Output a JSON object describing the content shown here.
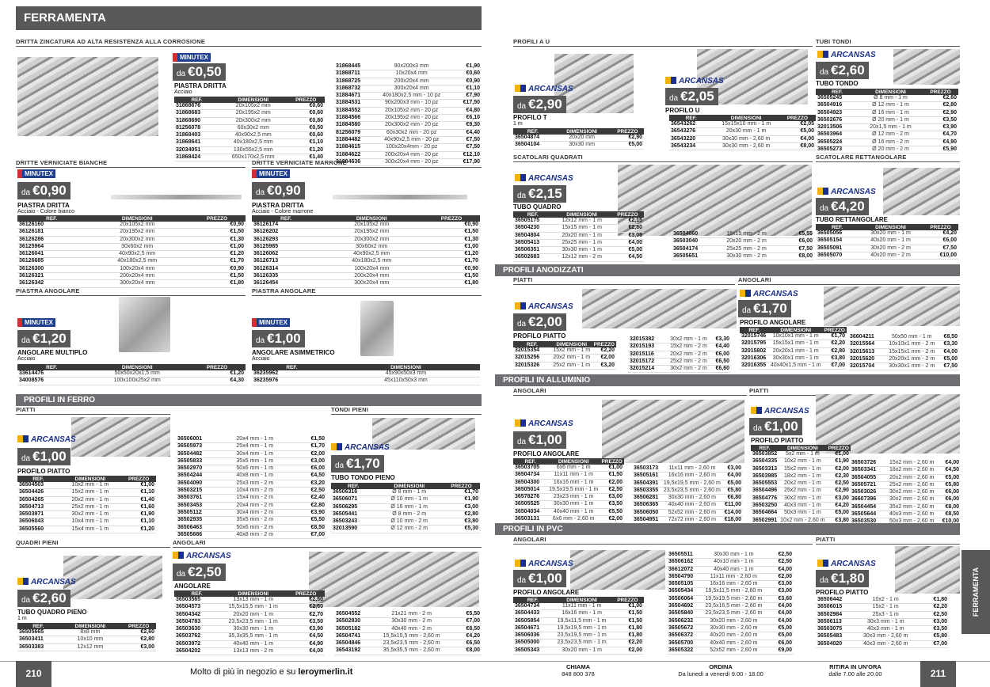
{
  "header": {
    "title": "FERRAMENTA",
    "side_tab": "FERRAMENTA"
  },
  "brands": {
    "minutex": "MINUTEX",
    "arcansas": "ARCANSAS"
  },
  "cols": {
    "ref": "REF.",
    "dim": "DIMENSIONI",
    "price": "PREZZO"
  },
  "da": "da",
  "s1": {
    "title": "DRITTA ZINCATURA AD ALTA RESISTENZA ALLA CORROSIONE",
    "price": "€0,50",
    "name": "PIASTRA DRITTA",
    "sub": "Acciaio",
    "rows_a": [
      [
        "31868676",
        "20x105x2 mm",
        "€0,60"
      ],
      [
        "31868683",
        "20x195x2 mm",
        "€0,60"
      ],
      [
        "31868690",
        "20x300x2 mm",
        "€0,80"
      ],
      [
        "81256078",
        "60x30x2 mm",
        "€0,50"
      ],
      [
        "31868403",
        "40x90x2,5 mm",
        "€0,60"
      ],
      [
        "31868641",
        "40x180x2,5 mm",
        "€1,10"
      ],
      [
        "32034051",
        "130x55x2,5 mm",
        "€1,20"
      ],
      [
        "31868424",
        "650x170x2,5 mm",
        "€1,40"
      ]
    ],
    "rows_b": [
      [
        "31868445",
        "90x200x3 mm",
        "€1,90"
      ],
      [
        "31868711",
        "10x20x4 mm",
        "€0,60"
      ],
      [
        "31868725",
        "200x20x4 mm",
        "€0,90"
      ],
      [
        "31868732",
        "300x20x4 mm",
        "€1,10"
      ],
      [
        "31884671",
        "40x180x2,5 mm - 10 pz",
        "€7,90"
      ],
      [
        "31884531",
        "90x200x3 mm - 10 pz",
        "€17,50"
      ],
      [
        "31884552",
        "20x105x2 mm - 20 pz",
        "€4,80"
      ],
      [
        "31884566",
        "20x195x2 mm - 20 pz",
        "€6,10"
      ],
      [
        "31884580",
        "20x300x2 mm - 20 pz",
        "€9,30"
      ],
      [
        "81256079",
        "60x30x2 mm - 20 pz",
        "€4,40"
      ],
      [
        "31884482",
        "40x90x2,5 mm - 20 pz",
        "€7,50"
      ],
      [
        "31884615",
        "100x20x4mm - 20 pz",
        "€7,50"
      ],
      [
        "31884622",
        "200x20x4 mm - 20 pz",
        "€12,10"
      ],
      [
        "31884636",
        "300x20x4 mm - 20 pz",
        "€17,90"
      ]
    ]
  },
  "s2": {
    "title": "DRITTE VERNICIATE BIANCHE",
    "price": "€0,90",
    "name": "PIASTRA DRITTA",
    "sub": "Acciaio - Colore bianco",
    "rows": [
      [
        "36126160",
        "20x105x2 mm",
        "€0,90"
      ],
      [
        "36126181",
        "20x195x2 mm",
        "€1,50"
      ],
      [
        "36126286",
        "20x300x2 mm",
        "€1,30"
      ],
      [
        "36125964",
        "30x60x2 mm",
        "€1,00"
      ],
      [
        "36126041",
        "40x90x2,5 mm",
        "€1,20"
      ],
      [
        "36126685",
        "40x180x2,5 mm",
        "€1,70"
      ],
      [
        "36126300",
        "100x20x4 mm",
        "€0,90"
      ],
      [
        "36126321",
        "200x20x4 mm",
        "€1,50"
      ],
      [
        "36126342",
        "300x20x4 mm",
        "€1,80"
      ]
    ]
  },
  "s3": {
    "title": "DRITTE VERNICIATE MARRONE",
    "price": "€0,90",
    "name": "PIASTRA DRITTA",
    "sub": "Acciaio - Colore marrone",
    "rows": [
      [
        "36126174",
        "20x105x2 mm",
        "€0,90"
      ],
      [
        "36126202",
        "20x195x2 mm",
        "€1,50"
      ],
      [
        "36126293",
        "20x300x2 mm",
        "€1,30"
      ],
      [
        "36125985",
        "30x60x2 mm",
        "€1,00"
      ],
      [
        "36126062",
        "40x90x2,5 mm",
        "€1,20"
      ],
      [
        "36126713",
        "40x180x2,5 mm",
        "€1,70"
      ],
      [
        "36126314",
        "100x20x4 mm",
        "€0,90"
      ],
      [
        "36126335",
        "200x20x4 mm",
        "€1,50"
      ],
      [
        "36126454",
        "300x20x4 mm",
        "€1,80"
      ]
    ]
  },
  "s4": {
    "title": "PIASTRA ANGOLARE",
    "price": "€1,20",
    "name": "ANGOLARE MULTIPLO",
    "sub": "Acciaio",
    "rows": [
      [
        "33614476",
        "50x50x20x1,5 mm",
        "€1,20"
      ],
      [
        "34008576",
        "100x100x25x2 mm",
        "€4,30"
      ]
    ]
  },
  "s5": {
    "title": "PIASTRA ANGOLARE",
    "price": "€1,00",
    "name": "ANGOLARE ASIMMETRICO",
    "sub": "Acciaio",
    "rows": [
      [
        "36235962",
        "45x90x50x3 mm"
      ],
      [
        "36235976",
        "45x110x50x3 mm"
      ]
    ]
  },
  "bar_ferro": "PROFILI IN FERRO",
  "s6": {
    "title": "PIATTI",
    "price": "€1,00",
    "name": "PROFILO PIATTO",
    "rows_a": [
      [
        "36504503",
        "10x2 mm - 1 m",
        "€1,00"
      ],
      [
        "36504426",
        "15x2 mm - 1 m",
        "€1,10"
      ],
      [
        "36504265",
        "20x2 mm - 1 m",
        "€1,40"
      ],
      [
        "36504713",
        "25x2 mm - 1 m",
        "€1,60"
      ],
      [
        "36503971",
        "30x2 mm - 1 m",
        "€1,90"
      ],
      [
        "36506043",
        "10x4 mm - 1 m",
        "€1,10"
      ],
      [
        "36505560",
        "15x4 mm - 1 m",
        "€1,20"
      ]
    ],
    "rows_b": [
      [
        "36506001",
        "20x4 mm - 1 m",
        "€1,50"
      ],
      [
        "36505973",
        "25x4 mm - 1 m",
        "€1,70"
      ],
      [
        "36504482",
        "30x4 mm - 1 m",
        "€2,00"
      ],
      [
        "36505833",
        "35x5 mm - 1 m",
        "€3,00"
      ],
      [
        "36502970",
        "50x6 mm - 1 m",
        "€6,00"
      ],
      [
        "36504244",
        "40x8 mm - 1 m",
        "€4,50"
      ],
      [
        "36504090",
        "25x3 mm - 2 m",
        "€3,20"
      ],
      [
        "36503215",
        "10x4 mm - 2 m",
        "€2,50"
      ],
      [
        "36503761",
        "15x4 mm - 2 m",
        "€2,40"
      ],
      [
        "36503453",
        "20x4 mm - 2 m",
        "€2,80"
      ],
      [
        "36505112",
        "30x4 mm - 2 m",
        "€3,90"
      ],
      [
        "36502935",
        "35x5 mm - 2 m",
        "€5,50"
      ],
      [
        "36506463",
        "50x6 mm - 2 m",
        "€8,50"
      ],
      [
        "36505686",
        "40x8 mm - 2 m",
        "€7,00"
      ]
    ]
  },
  "s7": {
    "title": "TONDI PIENI",
    "price": "€1,70",
    "name": "TUBO TONDO PIENO",
    "rows": [
      [
        "36506316",
        "Ø 8 mm - 1 m",
        "€1,70"
      ],
      [
        "36506071",
        "Ø 10 mm - 1 m",
        "€1,90"
      ],
      [
        "36506295",
        "Ø 16 mm - 1 m",
        "€3,00"
      ],
      [
        "36505441",
        "Ø 8 mm - 2 m",
        "€2,80"
      ],
      [
        "36503243",
        "Ø 10 mm - 2 m",
        "€3,80"
      ],
      [
        "32013590",
        "Ø 12 mm - 2 m",
        "€5,30"
      ]
    ]
  },
  "s8": {
    "title": "QUADRI PIENI",
    "price": "€2,60",
    "name": "TUBO QUADRO PIENO",
    "sub": "1 m",
    "rows": [
      [
        "36505665",
        "8x8 mm",
        "€2,60"
      ],
      [
        "36503411",
        "10x10 mm",
        "€2,80"
      ],
      [
        "36503383",
        "12x12 mm",
        "€3,00"
      ]
    ]
  },
  "s9": {
    "title": "ANGOLARI",
    "price": "€2,50",
    "name": "ANGOLARE",
    "rows_a": [
      [
        "36503565",
        "13x13 mm - 1 m",
        "€2,50"
      ],
      [
        "36504573",
        "15,5x15,5 mm - 1 m",
        "€2,60"
      ],
      [
        "36504342",
        "20x20 mm - 1 m",
        "€2,70"
      ],
      [
        "36504783",
        "23,5x23,5 mm - 1 m",
        "€3,50"
      ],
      [
        "36503630",
        "30x30 mm - 1 m",
        "€3,90"
      ],
      [
        "36503762",
        "35,3x35,5 mm - 1 m",
        "€4,50"
      ],
      [
        "36503972",
        "40x40 mm - 1 m",
        "€4,90"
      ],
      [
        "36504202",
        "13x13 mm - 2 m",
        "€4,00"
      ]
    ],
    "rows_b": [
      [
        "36504552",
        "21x21 mm - 2 m",
        "€5,50"
      ],
      [
        "36502830",
        "30x30 mm - 2 m",
        "€7,00"
      ],
      [
        "36505182",
        "40x40 mm - 2 m",
        "€8,50"
      ],
      [
        "36504741",
        "15,5x15,5 mm - 2,60 m",
        "€4,20"
      ],
      [
        "36504846",
        "23,5x23,5 mm - 2,60 m",
        "€6,50"
      ],
      [
        "36543192",
        "35,5x35,5 mm - 2,60 m",
        "€8,00"
      ]
    ]
  },
  "s10": {
    "title": "PROFILI A U",
    "price": "€2,90",
    "name": "PROFILO T",
    "sub": "1 m",
    "rows": [
      [
        "36504874",
        "20x20 mm",
        "€2,90"
      ],
      [
        "36504104",
        "30x30 mm",
        "€5,00"
      ]
    ]
  },
  "s11": {
    "price": "€2,05",
    "name": "PROFILO U",
    "rows": [
      [
        "36543262",
        "15x15x10 mm - 1 m",
        "€2,05"
      ],
      [
        "36543276",
        "20x30 mm - 1 m",
        "€5,00"
      ],
      [
        "36543220",
        "30x30 mm - 2,60 m",
        "€4,00"
      ],
      [
        "36543234",
        "30x30 mm - 2,60 m",
        "€8,00"
      ]
    ]
  },
  "s12": {
    "title": "TUBI TONDI",
    "price": "€2,60",
    "name": "TUBO TONDO",
    "rows": [
      [
        "36505245",
        "Ø 8 mm - 1 m",
        "€2,60"
      ],
      [
        "36504916",
        "Ø 12 mm - 1 m",
        "€2,80"
      ],
      [
        "36504923",
        "Ø 16 mm - 1 m",
        "€2,90"
      ],
      [
        "36502676",
        "Ø 20 mm - 1 m",
        "€3,50"
      ],
      [
        "32013506",
        "20x1,5 mm - 1 m",
        "€3,90"
      ],
      [
        "36503964",
        "Ø 12 mm - 2 m",
        "€4,70"
      ],
      [
        "36505224",
        "Ø 16 mm - 2 m",
        "€4,90"
      ],
      [
        "36505273",
        "Ø 20 mm - 2 m",
        "€5,90"
      ]
    ]
  },
  "s13": {
    "title": "SCATOLARI QUADRATI",
    "price": "€2,15",
    "name": "TUBO QUADRO",
    "rows_a": [
      [
        "36505175",
        "12x12 mm - 1 m",
        "€2,15"
      ],
      [
        "36504230",
        "15x15 mm - 1 m",
        "€2,80"
      ],
      [
        "36504804",
        "20x20 mm - 1 m",
        "€3,05"
      ],
      [
        "36505413",
        "25x25 mm - 1 m",
        "€4,00"
      ],
      [
        "36506351",
        "30x30 mm - 1 m",
        "€5,00"
      ],
      [
        "36502683",
        "12x12 mm - 2 m",
        "€4,50"
      ]
    ],
    "rows_b": [
      [
        "36504860",
        "15x15 mm - 2 m",
        "€5,55"
      ],
      [
        "36503040",
        "20x20 mm - 2 m",
        "€6,00"
      ],
      [
        "36504174",
        "25x25 mm - 2 m",
        "€7,50"
      ],
      [
        "36505651",
        "30x30 mm - 2 m",
        "€8,00"
      ]
    ]
  },
  "s14": {
    "title": "SCATOLARE RETTANGOLARE",
    "price": "€4,20",
    "name": "TUBO RETTANGOLARE",
    "rows": [
      [
        "36505056",
        "30x20 mm - 1 m",
        "€4,20"
      ],
      [
        "36505154",
        "40x20 mm - 1 m",
        "€6,00"
      ],
      [
        "36505091",
        "30x20 mm - 2 m",
        "€7,50"
      ],
      [
        "36505070",
        "40x20 mm - 2 m",
        "€10,00"
      ]
    ]
  },
  "bar_anod": "PROFILI ANODIZZATI",
  "s15": {
    "title": "PIATTI",
    "price": "€2,00",
    "name": "PROFILO PIATTO",
    "rows_a": [
      [
        "32015354",
        "15x2 mm - 1 m",
        "€2,20"
      ],
      [
        "32015256",
        "20x2 mm - 1 m",
        "€2,00"
      ],
      [
        "32015326",
        "25x2 mm - 1 m",
        "€3,20"
      ]
    ],
    "rows_b": [
      [
        "32015382",
        "30x2 mm - 1 m",
        "€3,30"
      ],
      [
        "32015193",
        "15x2 mm - 2 m",
        "€4,40"
      ],
      [
        "32015116",
        "20x2 mm - 2 m",
        "€6,00"
      ],
      [
        "32015172",
        "25x2 mm - 2 m",
        "€6,50"
      ],
      [
        "32015214",
        "30x2 mm - 2 m",
        "€6,60"
      ]
    ]
  },
  "s16": {
    "title": "ANGOLARI",
    "price": "€1,70",
    "name": "PROFILO ANGOLARE",
    "rows_a": [
      [
        "32015746",
        "10x10x1 mm - 1 m",
        "€1,70"
      ],
      [
        "32015795",
        "15x15x1 mm - 1 m",
        "€2,20"
      ],
      [
        "32015802",
        "20x20x1 mm - 1 m",
        "€2,80"
      ],
      [
        "32016306",
        "30x30x1 mm - 1 m",
        "€3,80"
      ],
      [
        "32016355",
        "40x40x1,5 mm - 1 m",
        "€7,00"
      ]
    ],
    "rows_b": [
      [
        "36604211",
        "50x50 mm - 1 m",
        "€8,50"
      ],
      [
        "32015564",
        "10x10x1 mm - 2 m",
        "€3,30"
      ],
      [
        "32015613",
        "15x15x1 mm - 2 m",
        "€4,00"
      ],
      [
        "32015620",
        "20x20x1 mm - 2 m",
        "€5,00"
      ],
      [
        "32015704",
        "30x30x1 mm - 2 m",
        "€7,50"
      ]
    ]
  },
  "bar_all": "PROFILI IN ALLUMINIO",
  "s17": {
    "title": "ANGOLARI",
    "price": "€1,00",
    "name": "PROFILO ANGOLARE",
    "rows_a": [
      [
        "36503705",
        "6x6 mm - 1 m",
        "€1,00"
      ],
      [
        "36504734",
        "11x11 mm - 1 m",
        "€1,50"
      ],
      [
        "36504300",
        "16x16 mm - 1 m",
        "€2,00"
      ],
      [
        "36505014",
        "19,5x19,5 mm - 1 m",
        "€2,50"
      ],
      [
        "36578276",
        "23x23 mm - 1 m",
        "€3,00"
      ],
      [
        "36505525",
        "30x30 mm - 1 m",
        "€3,50"
      ],
      [
        "36504034",
        "40x40 mm - 1 m",
        "€5,50"
      ],
      [
        "36503131",
        "6x6 mm - 2,60 m",
        "€2,00"
      ]
    ],
    "rows_b": [
      [
        "36503173",
        "11x11 mm - 2,60 m",
        "€3,00"
      ],
      [
        "36505161",
        "16x16 mm - 2,60 m",
        "€4,00"
      ],
      [
        "36504391",
        "19,5x19,5 mm - 2,60 m",
        "€5,00"
      ],
      [
        "36503355",
        "23,5x23,5 mm - 2,60 m",
        "€5,80"
      ],
      [
        "36506281",
        "30x30 mm - 2,60 m",
        "€6,80"
      ],
      [
        "36506365",
        "40x40 mm - 2,60 m",
        "€11,00"
      ],
      [
        "36506050",
        "52x52 mm - 2,60 m",
        "€14,00"
      ],
      [
        "36504951",
        "72x72 mm - 2,60 m",
        "€18,00"
      ]
    ]
  },
  "s18": {
    "title": "PIATTI",
    "price": "€1,00",
    "name": "PROFILO PIATTO",
    "rows_a": [
      [
        "36503852",
        "5x2 mm - 1 m",
        "€1,00"
      ],
      [
        "36504335",
        "10x2 mm - 1 m",
        "€1,90"
      ],
      [
        "36503313",
        "15x2 mm - 1 m",
        "€2,00"
      ],
      [
        "36503985",
        "18x2 mm - 1 m",
        "€2,30"
      ],
      [
        "36505553",
        "20x2 mm - 1 m",
        "€2,50"
      ],
      [
        "36504496",
        "25x2 mm - 1 m",
        "€2,90"
      ],
      [
        "36504776",
        "30x2 mm - 1 m",
        "€3,00"
      ],
      [
        "36503250",
        "40x3 mm - 1 m",
        "€4,20"
      ],
      [
        "36504664",
        "50x3 mm - 1 m",
        "€5,00"
      ],
      [
        "36502991",
        "10x2 mm - 2,60 m",
        "€3,80"
      ]
    ],
    "rows_b": [
      [
        "36503726",
        "15x2 mm - 2,60 m",
        "€4,00"
      ],
      [
        "36503341",
        "18x2 mm - 2,60 m",
        "€4,50"
      ],
      [
        "36504055",
        "20x2 mm - 2,60 m",
        "€5,00"
      ],
      [
        "36505721",
        "25x2 mm - 2,60 m",
        "€5,80"
      ],
      [
        "36503026",
        "30x2 mm - 2,60 m",
        "€6,00"
      ],
      [
        "36607396",
        "30x2 mm - 2,60 m",
        "€6,00"
      ],
      [
        "36504454",
        "35x2 mm - 2,60 m",
        "€8,00"
      ],
      [
        "36505644",
        "40x3 mm - 2,60 m",
        "€8,50"
      ],
      [
        "36503530",
        "50x3 mm - 2,60 m",
        "€10,00"
      ]
    ]
  },
  "bar_pvc": "PROFILI IN PVC",
  "s19": {
    "title": "ANGOLARI",
    "price": "€1,00",
    "name": "PROFILO ANGOLARE",
    "rows_a": [
      [
        "36504734",
        "11x11 mm - 1 m",
        "€1,00"
      ],
      [
        "36504433",
        "16x16 mm - 1 m",
        "€1,50"
      ],
      [
        "36505854",
        "19,5x11,5 mm - 1 m",
        "€1,50"
      ],
      [
        "36504671",
        "19,5x19,5 mm - 1 m",
        "€1,80"
      ],
      [
        "36506036",
        "23,5x19,5 mm - 1 m",
        "€1,80"
      ],
      [
        "36505000",
        "23,5x23,5 mm - 1 m",
        "€2,20"
      ],
      [
        "36505343",
        "30x20 mm - 1 m",
        "€2,00"
      ]
    ],
    "rows_b": [
      [
        "36505511",
        "30x30 mm - 1 m",
        "€2,50"
      ],
      [
        "36506162",
        "40x10 mm - 1 m",
        "€2,50"
      ],
      [
        "36612072",
        "40x40 mm - 1 m",
        "€4,00"
      ],
      [
        "36504790",
        "11x11 mm - 2,60 m",
        "€2,00"
      ],
      [
        "36505105",
        "16x16 mm - 2,60 m",
        "€3,00"
      ],
      [
        "36505434",
        "19,5x11,5 mm - 2,60 m",
        "€3,00"
      ],
      [
        "36506064",
        "19,5x19,5 mm - 2,60 m",
        "€3,60"
      ],
      [
        "36504692",
        "23,5x16,5 mm - 2,60 m",
        "€4,00"
      ],
      [
        "36505840",
        "23,5x23,5 mm - 2,60 m",
        "€4,00"
      ],
      [
        "36506232",
        "30x20 mm - 2,60 m",
        "€4,00"
      ],
      [
        "36505672",
        "30x30 mm - 2,60 m",
        "€5,00"
      ],
      [
        "36506372",
        "40x20 mm - 2,60 m",
        "€5,00"
      ],
      [
        "36505700",
        "40x40 mm - 2,60 m",
        "€6,00"
      ],
      [
        "36505322",
        "52x52 mm - 2,60 m",
        "€9,00"
      ]
    ]
  },
  "s20": {
    "title": "PIATTI",
    "price": "€1,80",
    "name": "PROFILO PIATTO",
    "rows": [
      [
        "36506442",
        "10x2 - 1 m",
        "€1,80"
      ],
      [
        "36506015",
        "15x2 - 1 m",
        "€2,20"
      ],
      [
        "36502984",
        "25x3 - 1 m",
        "€2,50"
      ],
      [
        "36506113",
        "30x3 mm - 1 m",
        "€3,00"
      ],
      [
        "36503075",
        "40x3 mm - 1 m",
        "€3,50"
      ],
      [
        "36505483",
        "30x3 mm - 2,60 m",
        "€5,80"
      ],
      [
        "36504020",
        "40x3 mm - 2,60 m",
        "€7,00"
      ]
    ]
  },
  "footer": {
    "page_left": "210",
    "page_right": "211",
    "tagline_pre": "Molto di più in negozio e su ",
    "tagline_site": "leroymerlin.it",
    "call_label": "CHIAMA",
    "call_value": "848 800 378",
    "order_label": "ORDINA",
    "order_value": "Da lunedì a venerdì 9.00 - 18.00",
    "pickup_label": "RITIRA IN UN'ORA",
    "pickup_value": "dalle 7.00 alle 20.00"
  }
}
